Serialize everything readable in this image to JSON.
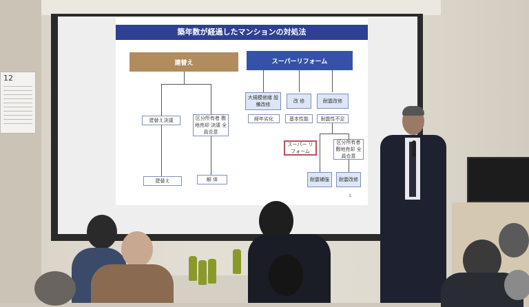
{
  "slide": {
    "title": "築年数が経過したマンションの対処法",
    "left_header": "建替え",
    "right_header": "スーパーリフォーム",
    "nodes": {
      "n1": "建替え決議",
      "n2": "区分所有者 敷地売却 決議 全員合意",
      "n3": "建替え",
      "n4": "解 体",
      "n5": "大規模修繕 設備改修",
      "n6": "改 修",
      "n7": "耐震改修",
      "n8": "経年劣化",
      "n9": "基本性能",
      "n10": "耐震性不足",
      "n11": "スーパー リフォーム",
      "n12": "区分所有者 敷地売却 全員合意",
      "n13": "耐震補強",
      "n14": "耐震改修"
    },
    "page_number": "1"
  },
  "calendar": {
    "month": "12"
  },
  "colors": {
    "slide_title_bar": "#2f3f92",
    "left_header": "#b08c5e",
    "right_header": "#3552a8"
  }
}
